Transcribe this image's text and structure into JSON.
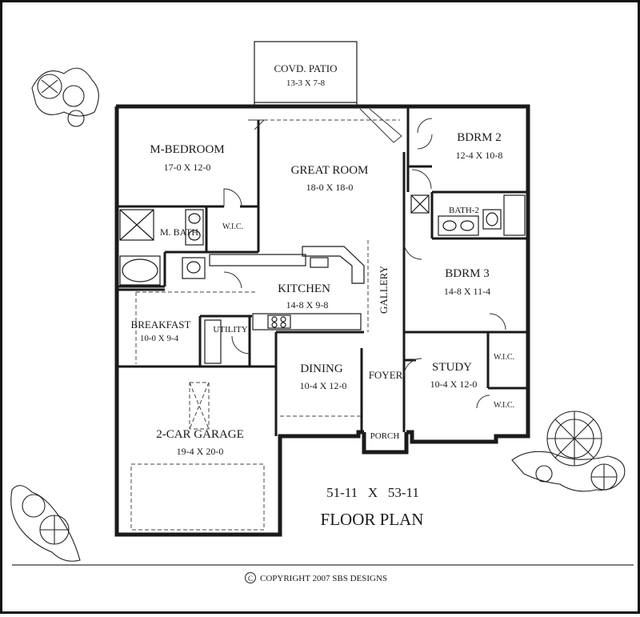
{
  "rooms": {
    "patio": {
      "name": "COVD. PATIO",
      "dims": "13-3 X 7-8"
    },
    "mbed": {
      "name": "M-BEDROOM",
      "dims": "17-0 X 12-0"
    },
    "great": {
      "name": "GREAT ROOM",
      "dims": "18-0 X 18-0"
    },
    "bdrm2": {
      "name": "BDRM 2",
      "dims": "12-4 X 10-8"
    },
    "bath2": {
      "name": "BATH-2"
    },
    "mbath": {
      "name": "M. BATH"
    },
    "wic_m": {
      "name": "W.I.C."
    },
    "kitchen": {
      "name": "KITCHEN",
      "dims": "14-8 X 9-8"
    },
    "gallery": {
      "name": "GALLERY"
    },
    "bdrm3": {
      "name": "BDRM 3",
      "dims": "14-8 X 11-4"
    },
    "breakfast": {
      "name": "BREAKFAST",
      "dims": "10-0 X 9-4"
    },
    "utility": {
      "name": "UTILITY"
    },
    "wic_a": {
      "name": "W.I.C."
    },
    "wic_b": {
      "name": "W.I.C."
    },
    "dining": {
      "name": "DINING",
      "dims": "10-4 X 12-0"
    },
    "foyer": {
      "name": "FOYER"
    },
    "study": {
      "name": "STUDY",
      "dims": "10-4 X 12-0"
    },
    "porch": {
      "name": "PORCH"
    },
    "garage": {
      "name": "2-CAR GARAGE",
      "dims": "19-4 X 20-0"
    }
  },
  "overall_dims": "51-11   X   53-11",
  "plan_title": "FLOOR PLAN",
  "copyright_symbol": "C",
  "copyright": "COPYRIGHT 2007 SBS DESIGNS"
}
